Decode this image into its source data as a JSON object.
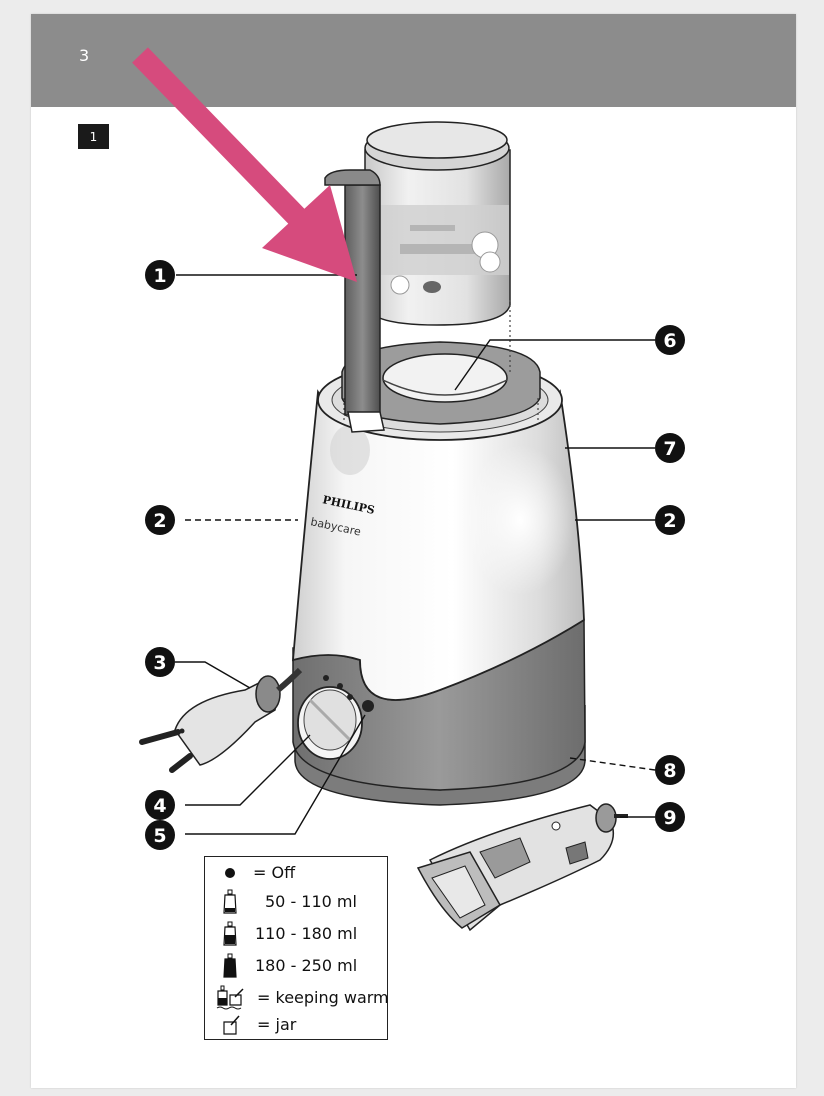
{
  "page": {
    "number": "3",
    "section": "1"
  },
  "callouts": {
    "c1": "1",
    "c2a": "2",
    "c2b": "2",
    "c3": "3",
    "c4": "4",
    "c5": "5",
    "c6": "6",
    "c7": "7",
    "c8": "8",
    "c9": "9"
  },
  "device": {
    "brand": "PHILIPS",
    "product_line": "babycare"
  },
  "legend": {
    "items": [
      {
        "icon": "dot-icon",
        "text": "= Off"
      },
      {
        "icon": "bottle-small-icon",
        "text": "50 - 110 ml"
      },
      {
        "icon": "bottle-medium-icon",
        "text": "110 - 180 ml"
      },
      {
        "icon": "bottle-large-icon",
        "text": "180 - 250 ml"
      },
      {
        "icon": "bottle-and-jar-icon",
        "text": "= keeping warm"
      },
      {
        "icon": "jar-icon",
        "text": "= jar"
      }
    ]
  },
  "colors": {
    "header": "#8c8c8c",
    "arrow": "#d64b7d",
    "body_gray": "#8f8f8f",
    "ink": "#1a1a1a"
  }
}
